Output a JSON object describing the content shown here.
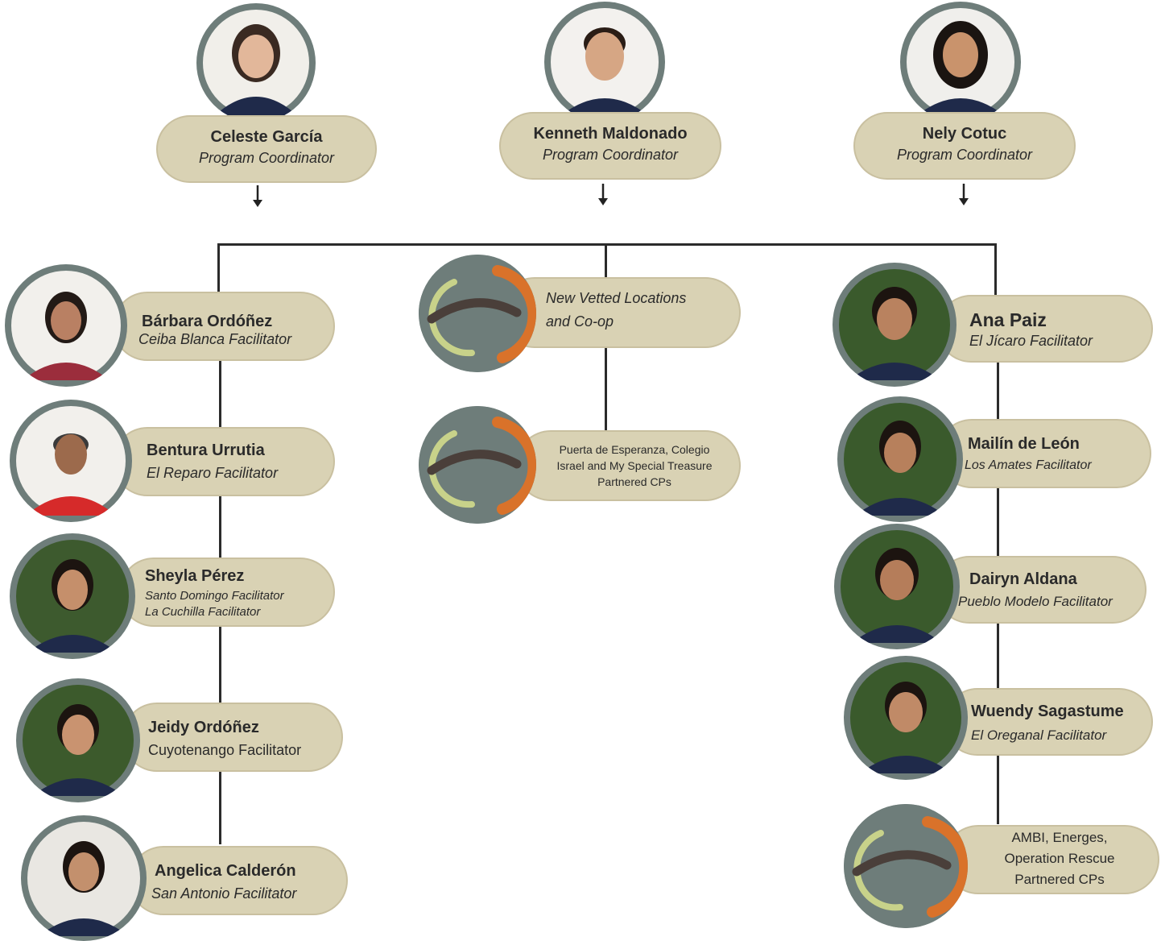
{
  "coordinators": [
    {
      "name": "Celeste García",
      "role": "Program Coordinator"
    },
    {
      "name": "Kenneth Maldonado",
      "role": "Program Coordinator"
    },
    {
      "name": "Nely Cotuc",
      "role": "Program Coordinator"
    }
  ],
  "left": [
    {
      "name": "Bárbara Ordóñez",
      "role": "Ceiba Blanca Facilitator"
    },
    {
      "name": "Bentura Urrutia",
      "role": "El Reparo Facilitator"
    },
    {
      "name": "Sheyla Pérez",
      "role": "Santo Domingo Facilitator",
      "role2": "La Cuchilla Facilitator"
    },
    {
      "name": "Jeidy Ordóñez",
      "role": "Cuyotenango Facilitator"
    },
    {
      "name": "Angelica Calderón",
      "role": "San Antonio Facilitator"
    }
  ],
  "middle": [
    {
      "line1": "New Vetted Locations",
      "line2": "and Co-op"
    },
    {
      "line1": "Puerta de Esperanza, Colegio",
      "line2": "Israel and My Special Treasure",
      "line3": "Partnered CPs"
    }
  ],
  "right": [
    {
      "name": "Ana Paiz",
      "role": "El Jícaro Facilitator"
    },
    {
      "name": "Mailín de León",
      "role": "Los Amates Facilitator"
    },
    {
      "name": "Dairyn Aldana",
      "role": "Pueblo Modelo Facilitator"
    },
    {
      "name": "Wuendy Sagastume",
      "role": "El Oreganal Facilitator"
    },
    {
      "line1": "AMBI, Energes,",
      "line2": "Operation Rescue",
      "line3": "Partnered CPs"
    }
  ],
  "colors": {
    "pill": "#d9d2b4",
    "ring": "#6e7d7a",
    "logo_dark": "#4a3f3a",
    "logo_orange": "#d9722a",
    "logo_green": "#c8d28a"
  }
}
